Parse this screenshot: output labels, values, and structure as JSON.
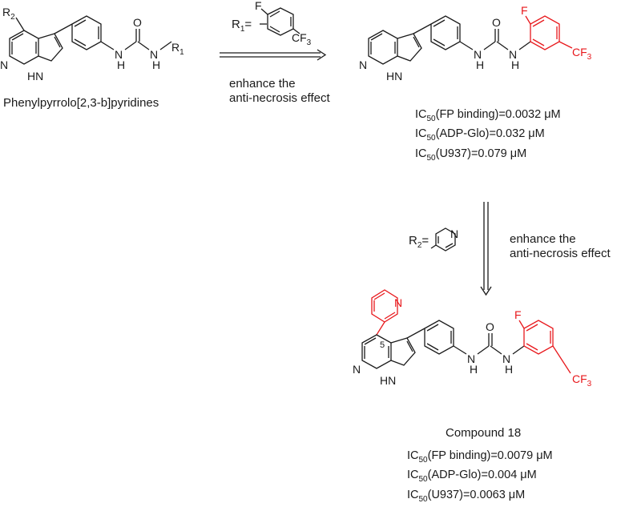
{
  "scaffold": {
    "name": "Phenylpyrrolo[2,3-b]pyridines"
  },
  "step1": {
    "substituent_label": "R",
    "substituent_sub": "1",
    "equals": "=",
    "note_line1": "enhance the",
    "note_line2": "anti-necrosis effect"
  },
  "step2": {
    "substituent_label": "R",
    "substituent_sub": "2",
    "equals": "=",
    "note_line1": "enhance the",
    "note_line2": "anti-necrosis effect"
  },
  "hit": {
    "ic50_label": "IC",
    "ic50_sub": "50",
    "rows": [
      {
        "assay": "(FP binding)",
        "value": "=0.0032 μM"
      },
      {
        "assay": "(ADP-Glo)",
        "value": "=0.032 μM"
      },
      {
        "assay": "(U937)",
        "value": "=0.079 μM"
      }
    ]
  },
  "compound18": {
    "name": "Compound 18",
    "position_label": "5",
    "ic50_label": "IC",
    "ic50_sub": "50",
    "rows": [
      {
        "assay": "(FP binding)",
        "value": "=0.0079 μM"
      },
      {
        "assay": "(ADP-Glo)",
        "value": "=0.004 μM"
      },
      {
        "assay": "(U937)",
        "value": "=0.0063 μM"
      }
    ]
  },
  "atoms": {
    "N": "N",
    "NH": "NH",
    "HN": "HN",
    "H": "H",
    "O": "O",
    "F": "F",
    "CF": "CF",
    "three": "3",
    "R": "R",
    "one": "1",
    "two": "2"
  },
  "colors": {
    "ink": "#1a1a1a",
    "highlight": "#e8181c"
  }
}
